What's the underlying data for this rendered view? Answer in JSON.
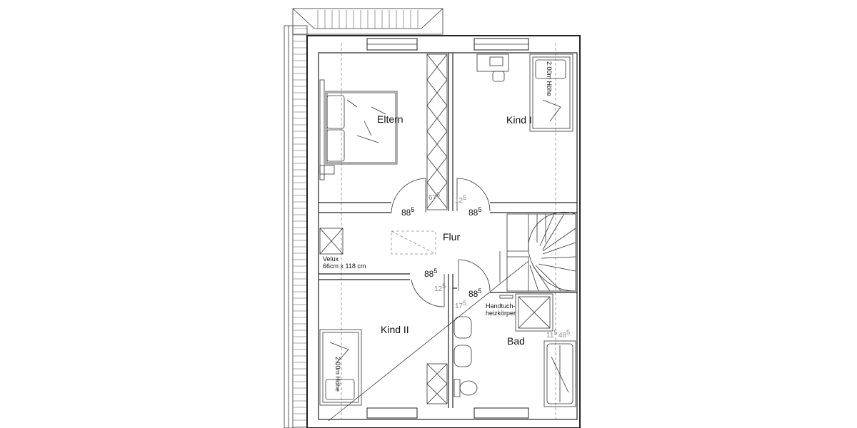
{
  "rooms": {
    "eltern": "Eltern",
    "kind1": "Kind I",
    "flur": "Flur",
    "kind2": "Kind II",
    "bad": "Bad"
  },
  "door_dims": {
    "eltern_door_main": "88",
    "eltern_door_sup": "5",
    "kind1_door_main": "88",
    "kind1_door_sup": "5",
    "kind2_door_main": "88",
    "kind2_door_sup": "5",
    "bad_door_main": "88",
    "bad_door_sup": "5"
  },
  "gray_dims": {
    "wardrobe_a_main": "67",
    "wardrobe_a_sup": "5",
    "wardrobe_b_main": "12",
    "wardrobe_b_sup": "5",
    "wall_c_main": "12",
    "wall_c_sup": "5",
    "wall_d_main": "17",
    "wall_d_sup": "5",
    "bad_e_main": "11",
    "bad_e_sup": "5",
    "bad_f_main": "48",
    "bad_f_sup": "5"
  },
  "notes": {
    "velux_line1": "Velux",
    "velux_line2": "66cm x 118 cm",
    "height_kind1": "2.00m Höhe",
    "height_kind2": "2.00m Höhe",
    "towel_line1": "Handtuch-",
    "towel_line2": "heizkörper"
  }
}
